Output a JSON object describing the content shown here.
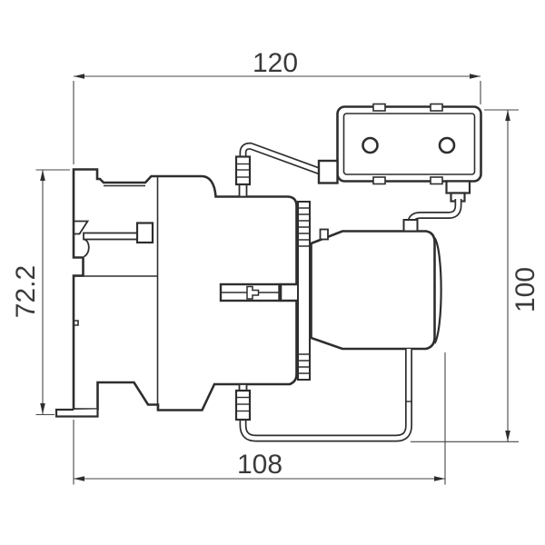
{
  "drawing": {
    "type": "technical-dimension-drawing",
    "subject": "contactor-with-resistor-module-side-view",
    "background": "#ffffff",
    "line_color": "#2e2e2e",
    "dimension_color": "#464646",
    "dimensions": {
      "top": {
        "value": "120",
        "orientation": "horizontal"
      },
      "right": {
        "value": "100",
        "orientation": "vertical"
      },
      "left": {
        "value": "72.2",
        "orientation": "vertical"
      },
      "bottom": {
        "value": "108",
        "orientation": "horizontal"
      }
    },
    "components": [
      "rear-mounting-body",
      "front-contactor-body",
      "crossbar-slot",
      "din-rail-clip",
      "mounting-foot",
      "ribbed-collar",
      "bell-adapter",
      "cylinder-housing",
      "resistor-module",
      "top-jumper-wire",
      "middle-jumper-wire",
      "bottom-jumper-wire"
    ]
  }
}
